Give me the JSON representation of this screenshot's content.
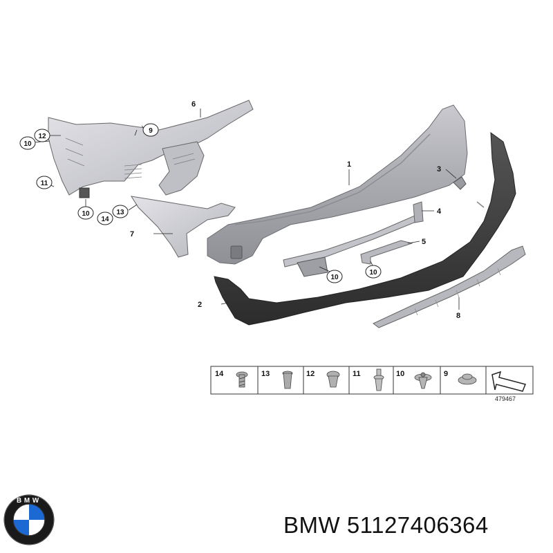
{
  "diagram": {
    "callouts": {
      "c1": "1",
      "c2": "2",
      "c3": "3",
      "c4": "4",
      "c5": "5",
      "c6": "6",
      "c7": "7",
      "c8": "8",
      "c9": "9",
      "c10a": "10",
      "c10b": "10",
      "c10c": "10",
      "c10d": "10",
      "c11": "11",
      "c12": "12",
      "c13": "13",
      "c14": "14"
    },
    "legend": {
      "items": [
        "14",
        "13",
        "12",
        "11",
        "10",
        "9"
      ],
      "diagram_id": "479467"
    }
  },
  "caption": {
    "brand": "BMW",
    "part_number": "51127406364"
  },
  "logo": {
    "text": "BMW",
    "colors": {
      "blue": "#1c69d4",
      "ring": "#111111",
      "white": "#ffffff"
    }
  }
}
